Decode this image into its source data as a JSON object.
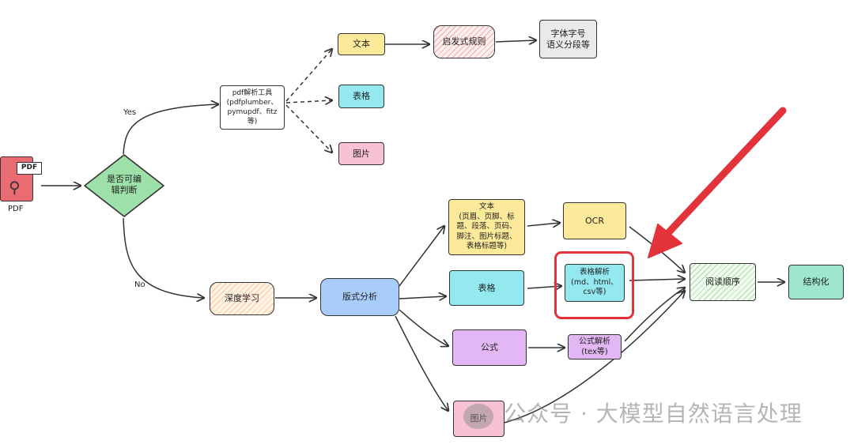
{
  "pdf_icon": {
    "badge": "PDF",
    "caption": "PDF",
    "color": "#ea6b72"
  },
  "nodes": {
    "editable_check": "是否可编\n辑判断",
    "pdf_tools": "pdf解析工具\n(pdfplumber、\npymupdf、fitz\n等)",
    "text_top": "文本",
    "table_top": "表格",
    "image_top": "图片",
    "heuristic": "启发式规则",
    "font_info": "字体字号\n语义分段等",
    "deep_learning": "深度学习",
    "layout_analysis": "版式分析",
    "text_bottom": "文本\n(页眉、页脚、标\n题、段落、页码、\n脚注、图片标题、\n表格标题等)",
    "table_bottom": "表格",
    "formula": "公式",
    "image_bottom": "图片",
    "ocr": "OCR",
    "table_parse": "表格解析\n(md、html、\ncsv等)",
    "formula_parse": "公式解析\n(tex等)",
    "reading_order": "阅读顺序",
    "structuring": "结构化"
  },
  "edge_labels": {
    "yes": "Yes",
    "no": "No"
  },
  "watermark": "公众号 · 大模型自然语言处理",
  "colors": {
    "yellow": "#fde99a",
    "cyan": "#93e9ef",
    "pink": "#f9c1d6",
    "green": "#9ee0a9",
    "purple": "#e2b7f3",
    "blue": "#a9cdfb",
    "teal": "#9fe6cf",
    "gray": "#e9eaec",
    "highlight": "#e2323a"
  }
}
